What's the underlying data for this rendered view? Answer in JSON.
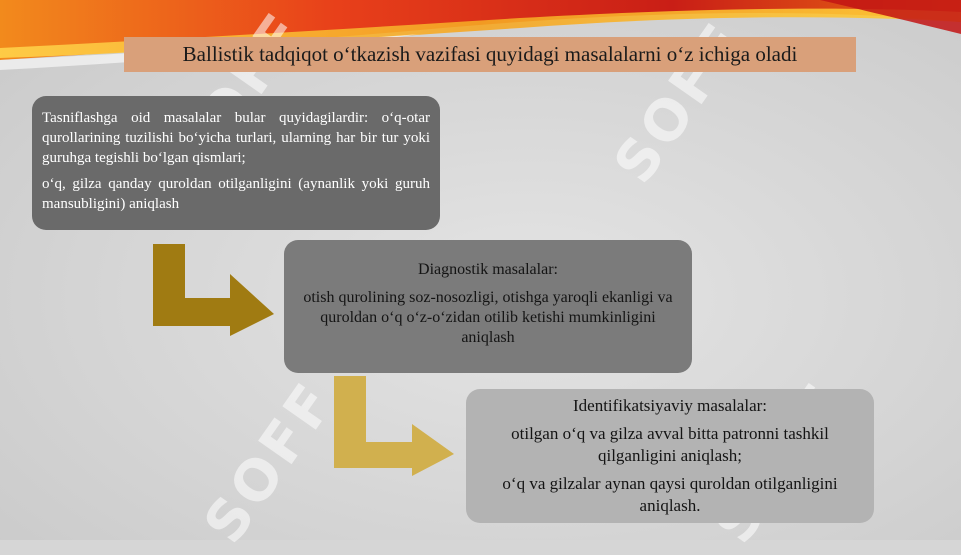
{
  "slide": {
    "title": "Ballistik tadqiqot o‘tkazish vazifasi quyidagi masalalarni o‘z ichiga oladi",
    "step1": {
      "p1": "Tasniflashga oid masalalar bular quyidagilardir: o‘q-otar qurollarining tuzilishi bo‘yicha turlari, ularning har bir tur yoki guruhga tegishli bo‘lgan qismlari;",
      "p2": "o‘q, gilza qanday quroldan otilganligini (aynanlik yoki guruh mansubligini) aniqlash"
    },
    "step2": {
      "heading": "Diagnostik masalalar:",
      "body": "otish qurolining soz-nosozligi, otishga yaroqli ekanligi va quroldan o‘q o‘z-o‘zidan otilib ketishi mumkinligini aniqlash"
    },
    "step3": {
      "heading": "Identifikatsiyaviy masalalar:",
      "p1": "otilgan o‘q va gilza avval bitta patronni tashkil qilganligini aniqlash;",
      "p2": "o‘q va gilzalar aynan qaysi quroldan otilganligini aniqlash."
    }
  },
  "colors": {
    "title_bg": "#d9a07a",
    "box1": "#6a6a6a",
    "box2": "#7b7b7b",
    "box3": "#b3b3b3",
    "arrow1": "#a07b12",
    "arrow2": "#d1b04e"
  },
  "watermark": "SOFF"
}
